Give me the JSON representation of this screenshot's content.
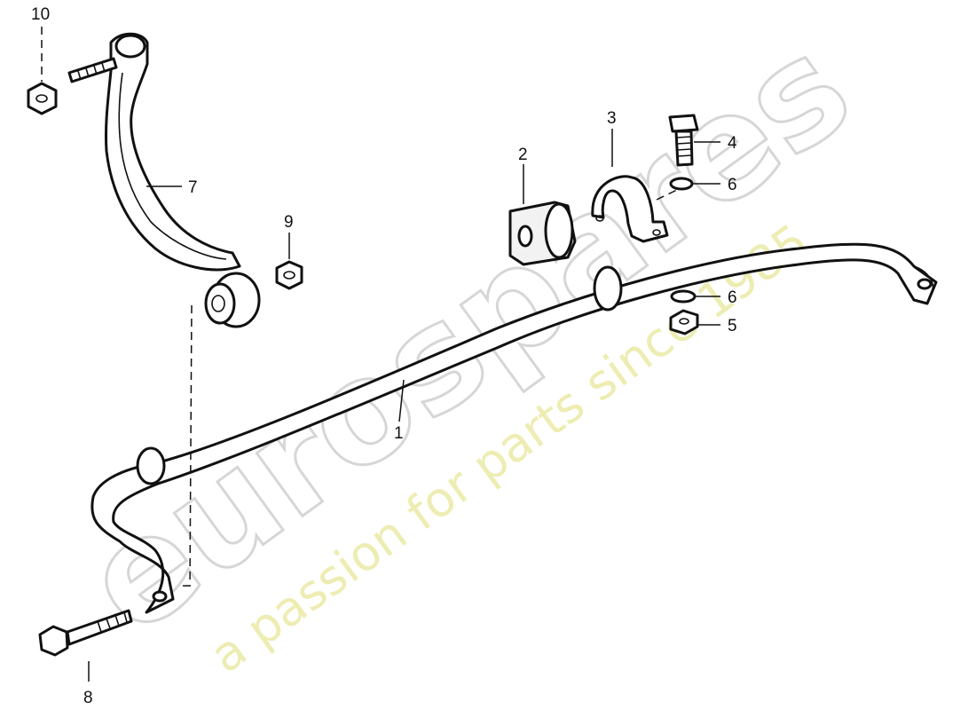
{
  "watermark": {
    "logo": "eurospares",
    "tagline": "a passion for parts since 1985"
  },
  "callouts": {
    "p1": "1",
    "p2": "2",
    "p3": "3",
    "p4": "4",
    "p5": "5",
    "p6a": "6",
    "p6b": "6",
    "p7": "7",
    "p8": "8",
    "p9": "9",
    "p10": "10"
  },
  "colors": {
    "line": "#111111",
    "watermark_logo": "#d6d6d6",
    "watermark_tag": "#eaeaa6"
  }
}
